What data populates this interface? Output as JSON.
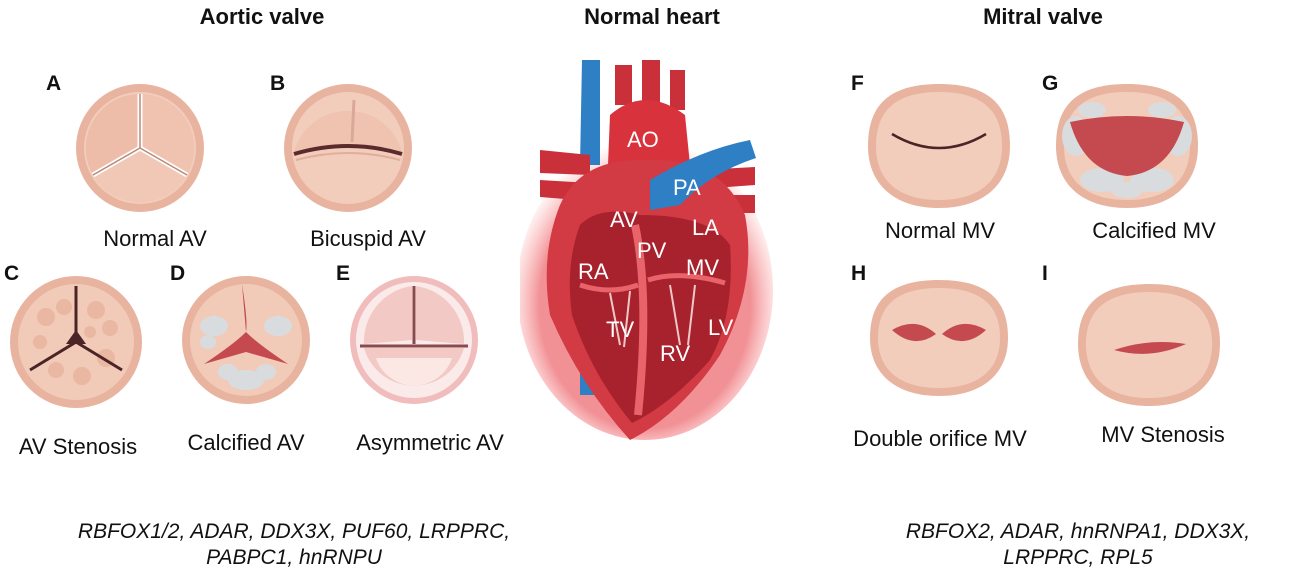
{
  "headings": {
    "aortic": "Aortic valve",
    "heart": "Normal heart",
    "mitral": "Mitral valve"
  },
  "panels": [
    {
      "letter": "A",
      "caption": "Normal AV"
    },
    {
      "letter": "B",
      "caption": "Bicuspid AV"
    },
    {
      "letter": "C",
      "caption": "AV Stenosis"
    },
    {
      "letter": "D",
      "caption": "Calcified AV"
    },
    {
      "letter": "E",
      "caption": "Asymmetric AV"
    },
    {
      "letter": "F",
      "caption": "Normal MV"
    },
    {
      "letter": "G",
      "caption": "Calcified MV"
    },
    {
      "letter": "H",
      "caption": "Double orifice MV"
    },
    {
      "letter": "I",
      "caption": "MV Stenosis"
    }
  ],
  "heart_labels": {
    "ao": "AO",
    "pa": "PA",
    "av": "AV",
    "la": "LA",
    "pv": "PV",
    "ra": "RA",
    "mv": "MV",
    "tv": "TV",
    "lv": "LV",
    "rv": "RV"
  },
  "genes": {
    "aortic_line1": "RBFOX1/2, ADAR,  DDX3X, PUF60, LRPPRC,",
    "aortic_line2": "PABPC1, hnRNPU",
    "mitral_line1": "RBFOX2, ADAR, hnRNPA1, DDX3X,",
    "mitral_line2": "LRPPRC, RPL5"
  },
  "colors": {
    "valve_ring": "#e9b9a4",
    "valve_fill": "#f4d3c2",
    "leaflet": "#eec4b0",
    "orifice": "#c44a4f",
    "calcification": "#d9dcdf",
    "heart_red": "#c9303a",
    "heart_blue": "#2f7fc4"
  }
}
